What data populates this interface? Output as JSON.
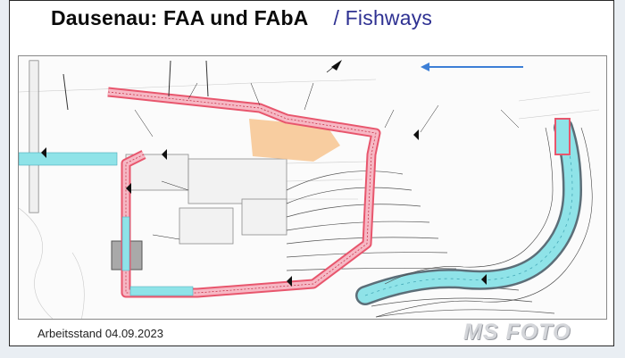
{
  "header": {
    "title": "Dausenau: FAA und FAbA",
    "subtitle": "/ Fishways"
  },
  "footer": {
    "status": "Arbeitsstand 04.09.2023"
  },
  "watermark": "MS FOTO",
  "colors": {
    "title_accent": "#2e3192",
    "fishway_red": "#e8566d",
    "fishway_pink": "#f6b8c4",
    "water_cyan": "#8fe3e8",
    "flow_arrow": "#3d7fd6",
    "orange_zone": "#f7c48f"
  },
  "icons": {
    "flow_arrow": "arrow-left-icon",
    "north": "north-arrow-icon"
  }
}
